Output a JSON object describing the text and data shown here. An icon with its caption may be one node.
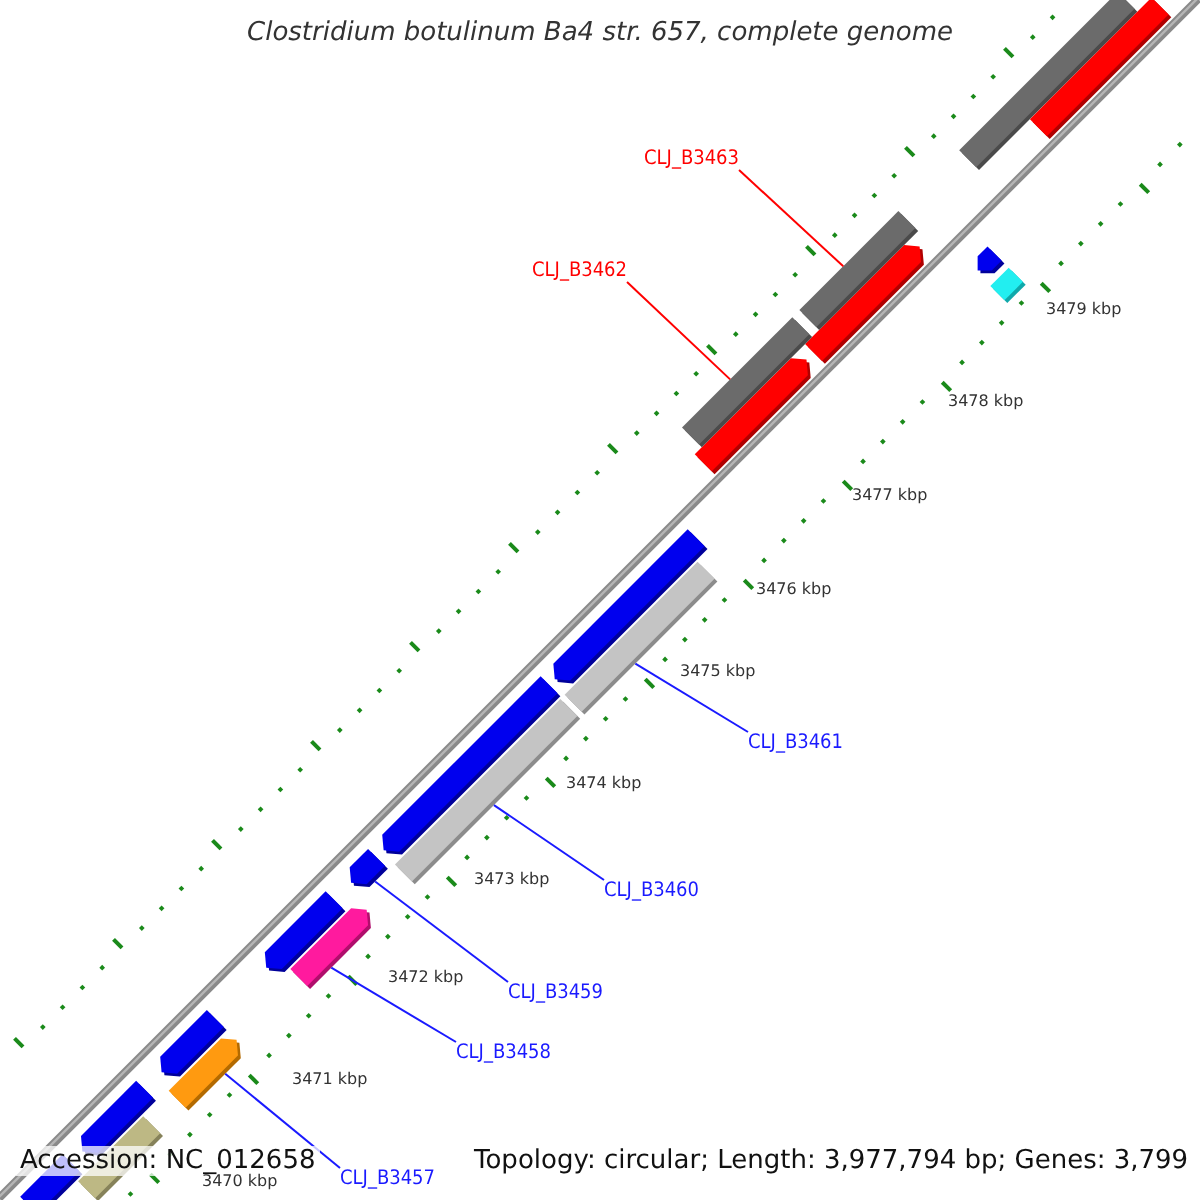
{
  "diagram": {
    "title": "Clostridium botulinum Ba4 str. 657, complete genome",
    "nodes": [
      {
        "text": [
          "CLJ_B3463"
        ]
      },
      {
        "text": [
          "CLJ_B3462"
        ]
      },
      {
        "text": [
          "CLJ_B3461"
        ]
      },
      {
        "text": [
          "CLJ_B3460"
        ]
      },
      {
        "text": [
          "CLJ_B3459"
        ]
      },
      {
        "text": [
          "CLJ_B3458"
        ]
      },
      {
        "text": [
          "CLJ_B3457"
        ]
      },
      {
        "text": [],
        "shape": "bar"
      },
      {
        "text": [],
        "shape": "bar"
      },
      {
        "text": [],
        "shape": "bar"
      },
      {
        "text": [],
        "shape": "bar"
      },
      {
        "text": [],
        "shape": "bar"
      },
      {
        "text": [],
        "shape": "bar"
      },
      {
        "text": [],
        "shape": "bar"
      }
    ],
    "edges": [
      {
        "from": 0,
        "to": 7,
        "arrow": "none",
        "color": "#ff0000"
      },
      {
        "from": 1,
        "to": 8,
        "arrow": "none",
        "color": "#ff0000"
      },
      {
        "from": 2,
        "to": 9,
        "arrow": "none"
      },
      {
        "from": 3,
        "to": 10,
        "arrow": "none"
      },
      {
        "from": 4,
        "to": 11,
        "arrow": "none"
      },
      {
        "from": 5,
        "to": 12,
        "arrow": "none"
      },
      {
        "from": 6,
        "to": 13,
        "arrow": "none"
      }
    ],
    "labels": [
      "3479 kbp",
      "3478 kbp",
      "3477 kbp",
      "3476 kbp",
      "3475 kbp",
      "3474 kbp",
      "3473 kbp",
      "3472 kbp",
      "3471 kbp",
      "Accession: NC_012658",
      "3470 kbp",
      "Topology: circular; Length: 3,977,794 bp; Genes: 3,799"
    ]
  }
}
